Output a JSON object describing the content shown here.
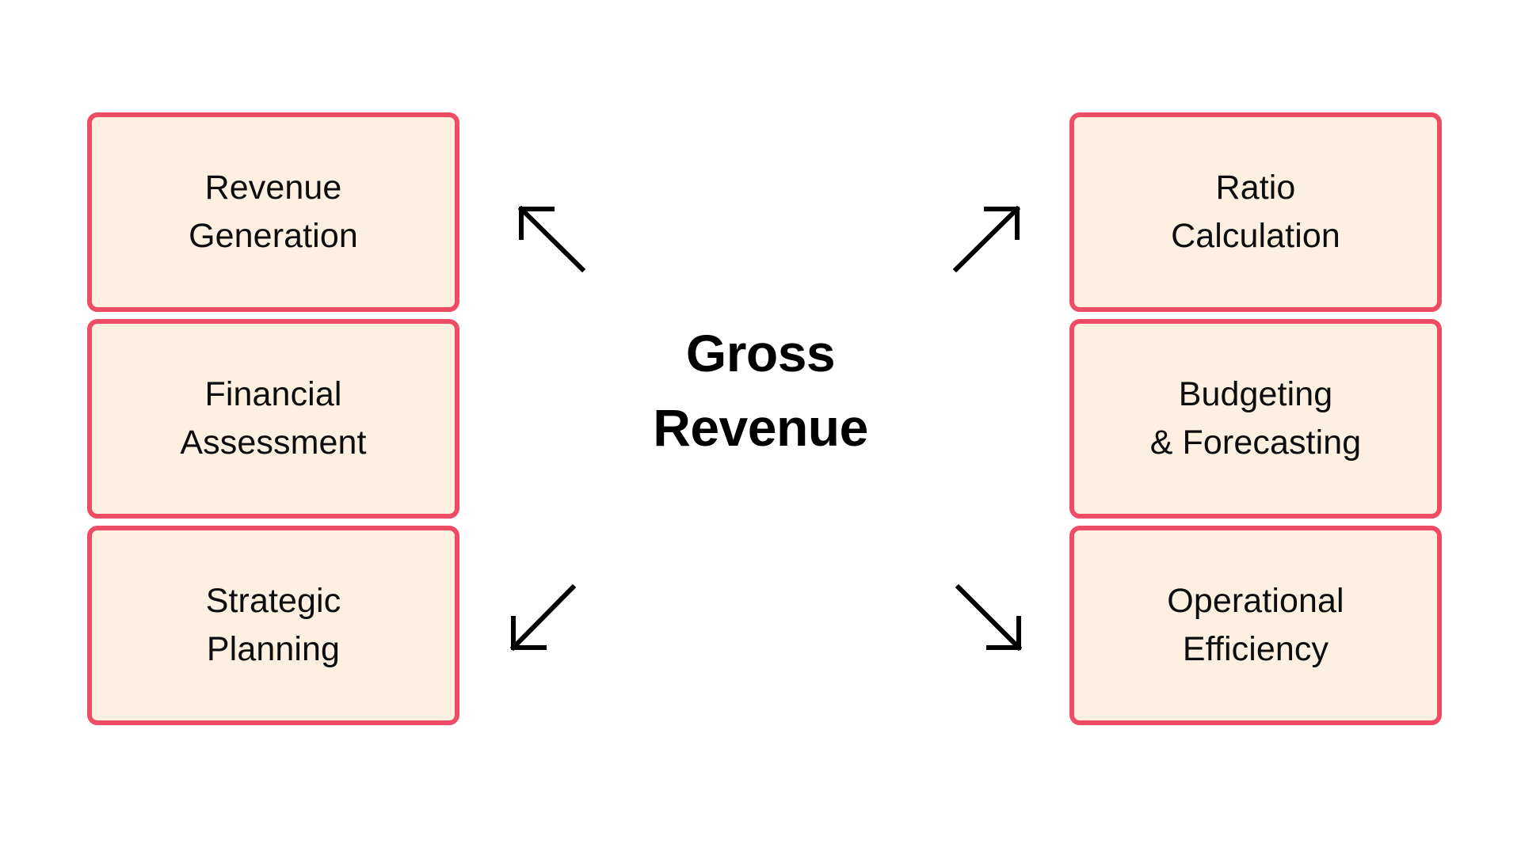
{
  "diagram": {
    "center": {
      "title_line1": "Gross",
      "title_line2": "Revenue",
      "title": "Gross\nRevenue"
    },
    "colors": {
      "box_border": "#EE4C64",
      "box_fill": "#FDF0E1",
      "background": "#FFFFFF",
      "text": "#0D0D0D",
      "arrow": "#000000"
    },
    "left_column": {
      "items": [
        {
          "label": "Revenue\nGeneration",
          "line1": "Revenue",
          "line2": "Generation"
        },
        {
          "label": "Financial\nAssessment",
          "line1": "Financial",
          "line2": "Assessment"
        },
        {
          "label": "Strategic\nPlanning",
          "line1": "Strategic",
          "line2": "Planning"
        }
      ]
    },
    "right_column": {
      "items": [
        {
          "label": "Ratio\nCalculation",
          "line1": "Ratio",
          "line2": "Calculation"
        },
        {
          "label": "Budgeting\n& Forecasting",
          "line1": "Budgeting",
          "line2": "& Forecasting"
        },
        {
          "label": "Operational\nEfficiency",
          "line1": "Operational",
          "line2": "Efficiency"
        }
      ]
    },
    "arrows": [
      {
        "name": "arrow-up-left",
        "direction": "up-left",
        "from": "center",
        "to": "Revenue Generation"
      },
      {
        "name": "arrow-up-right",
        "direction": "up-right",
        "from": "center",
        "to": "Ratio Calculation"
      },
      {
        "name": "arrow-down-left",
        "direction": "down-left",
        "from": "center",
        "to": "Strategic Planning"
      },
      {
        "name": "arrow-down-right",
        "direction": "down-right",
        "from": "center",
        "to": "Operational Efficiency"
      }
    ]
  }
}
